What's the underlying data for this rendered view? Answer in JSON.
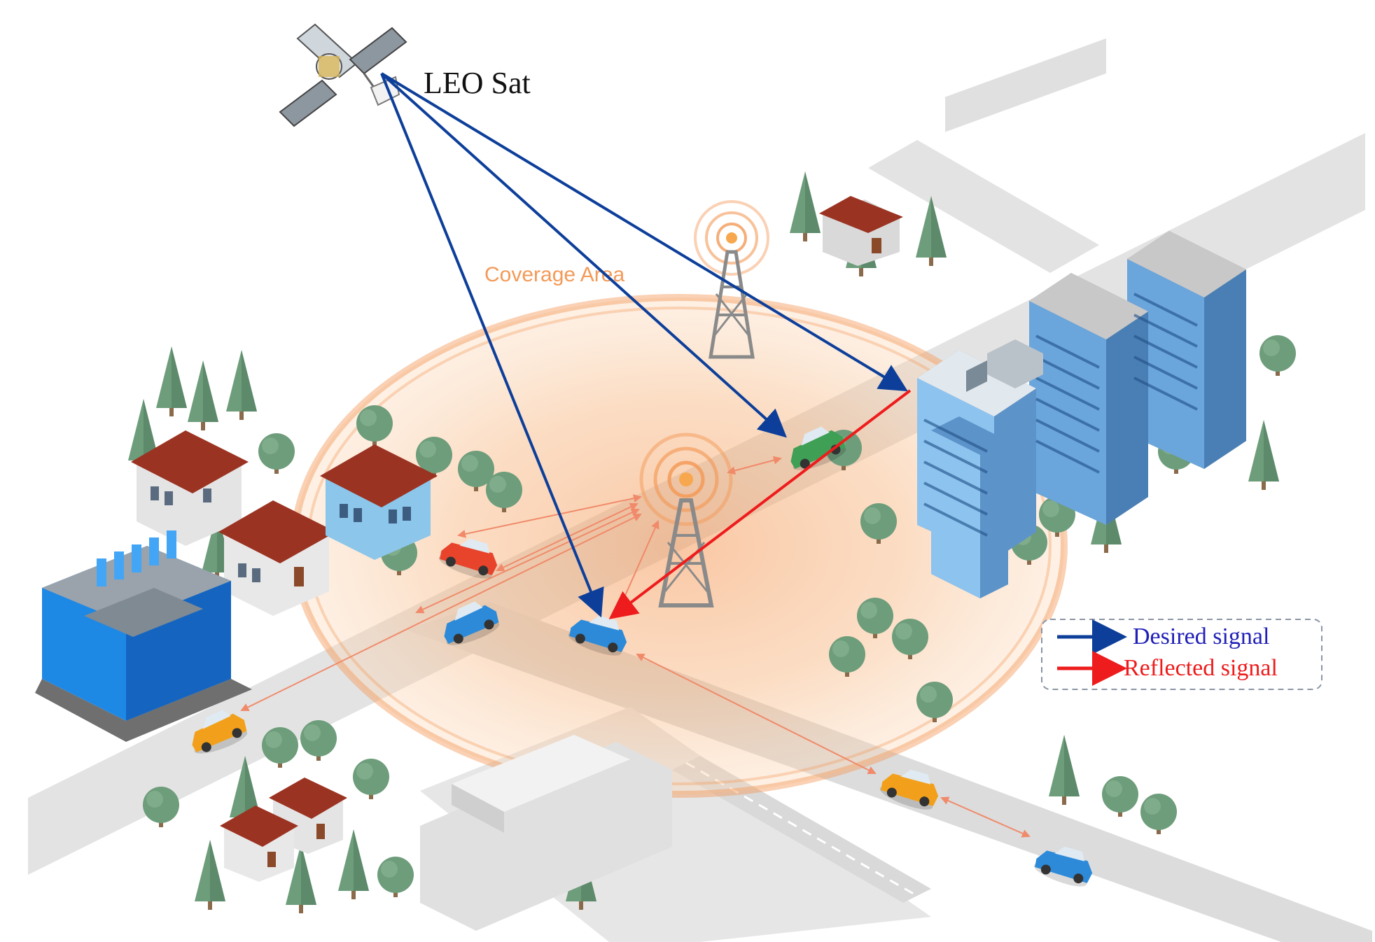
{
  "labels": {
    "satellite": "LEO Sat",
    "coverage_area": "Coverage Area"
  },
  "legend": {
    "desired_signal": "Desired signal",
    "reflected_signal": "Reflected signal"
  },
  "colors": {
    "desired_signal": "#0d3f9a",
    "reflected_signal": "#ee1c1c",
    "coverage_fill": "#f7b57e",
    "coverage_ring": "#f39a58",
    "road": "#d9d9d9",
    "tree": "#6e9d7b",
    "roof": "#9b3322",
    "building_blue": "#4f8fd0",
    "factory_blue": "#1e88e5",
    "car_blue": "#2d8ad8",
    "car_green": "#3e9f55",
    "car_orange": "#f2a01b",
    "car_red": "#e8442b",
    "tower": "#8a8a8a"
  },
  "icons": [
    "satellite-icon",
    "cell-tower-icon",
    "car-icon",
    "tree-icon",
    "house-icon",
    "office-building-icon",
    "factory-icon"
  ]
}
